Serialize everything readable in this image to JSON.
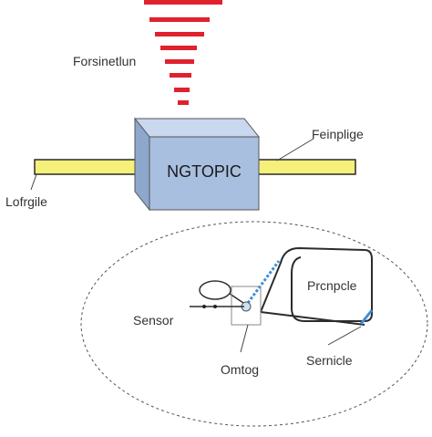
{
  "labels": {
    "top_label": "Forsinetlun",
    "box_label": "NGTOPIC",
    "right_fiber_label": "Feinplige",
    "left_fiber_label": "Lofrgile",
    "loop_label": "Prcnpcle",
    "sensor_label": "Sensor",
    "bottom_label": "Omtog",
    "lower_right_label": "Sernicle"
  },
  "colors": {
    "bars": "#e0212e",
    "box_front": "#a9bfe0",
    "box_top": "#c9d8ee",
    "box_side": "#8ea7cc",
    "fiber_fill": "#f4f07a",
    "accent_blue": "#3f8fd8",
    "stroke": "#333333"
  }
}
